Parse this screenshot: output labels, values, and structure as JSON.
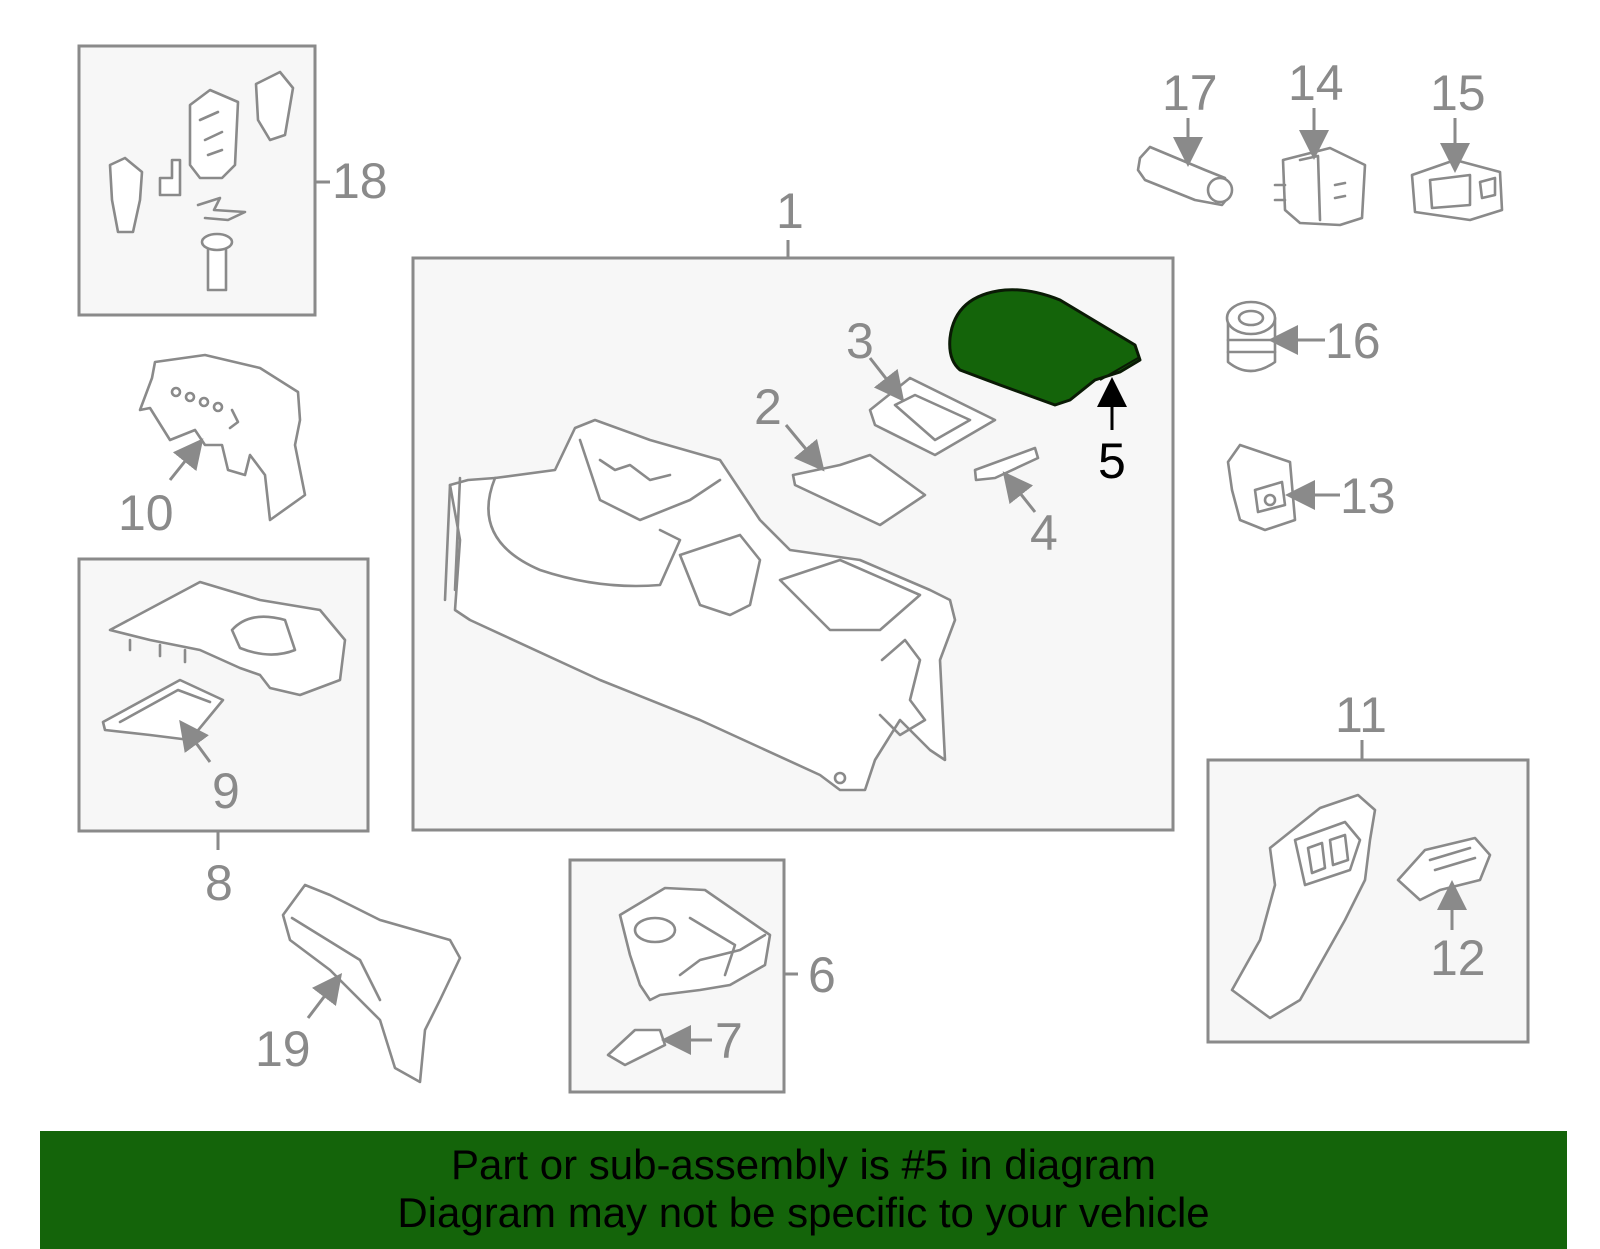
{
  "callouts": {
    "n1": "1",
    "n2": "2",
    "n3": "3",
    "n4": "4",
    "n5": "5",
    "n6": "6",
    "n7": "7",
    "n8": "8",
    "n9": "9",
    "n10": "10",
    "n11": "11",
    "n12": "12",
    "n13": "13",
    "n14": "14",
    "n15": "15",
    "n16": "16",
    "n17": "17",
    "n18": "18",
    "n19": "19"
  },
  "highlight": {
    "part": "5",
    "color": "#14640a"
  },
  "banner": {
    "line1": "Part or sub-assembly is #5 in diagram",
    "line2": "Diagram may not be specific to your vehicle",
    "color": "#14640a"
  }
}
